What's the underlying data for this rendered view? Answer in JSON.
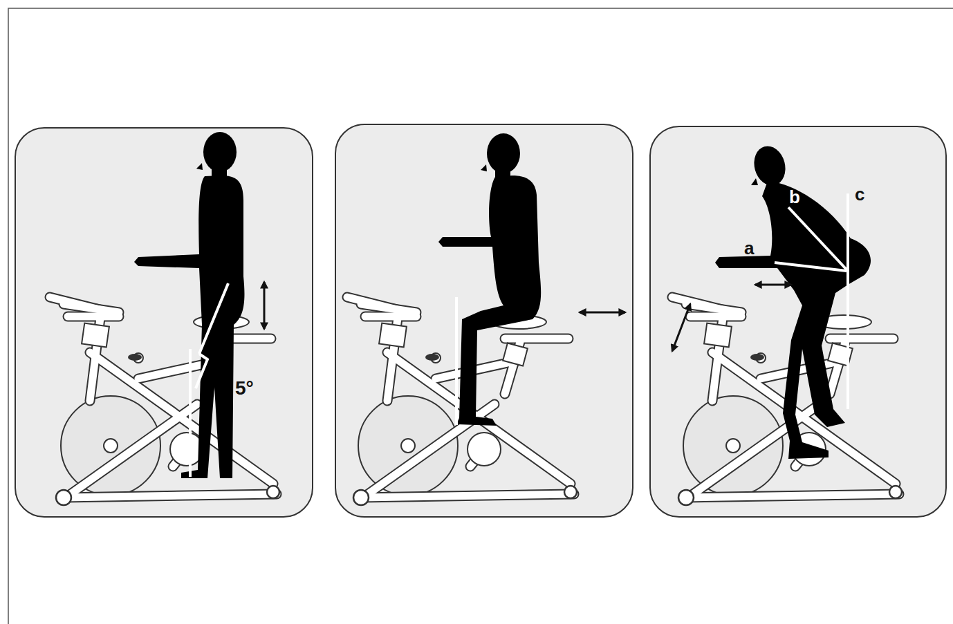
{
  "diagram": {
    "labels": [
      "5°",
      "a",
      "b",
      "c"
    ]
  }
}
